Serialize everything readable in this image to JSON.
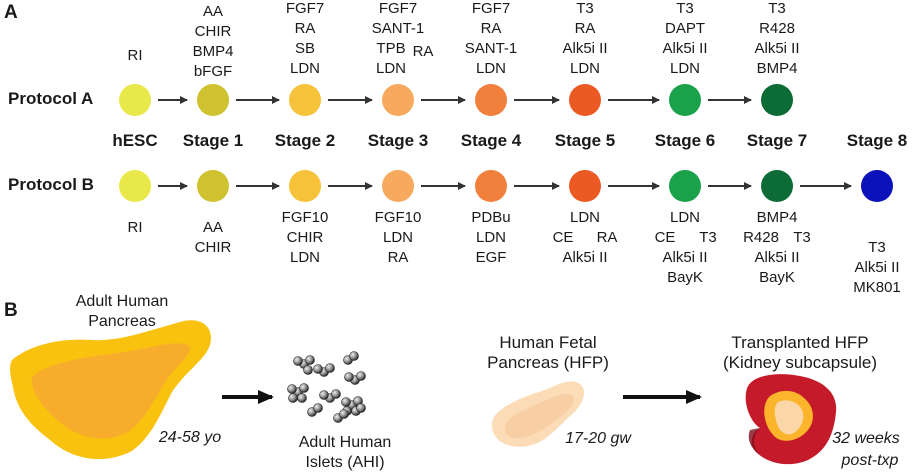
{
  "panel_a": {
    "label": "A",
    "protocol_a_label": "Protocol A",
    "protocol_b_label": "Protocol B",
    "stages": [
      "hESC",
      "Stage 1",
      "Stage 2",
      "Stage 3",
      "Stage 4",
      "Stage 5",
      "Stage 6",
      "Stage 7",
      "Stage 8"
    ],
    "protocol_a_factors": [
      [
        "RI"
      ],
      [
        "AA",
        "CHIR",
        "BMP4",
        "bFGF"
      ],
      [
        "FGF7",
        "RA",
        "SB",
        "LDN"
      ],
      [
        "FGF7",
        "SANT-1",
        "TPB",
        "RA",
        "LDN"
      ],
      [
        "FGF7",
        "RA",
        "SANT-1",
        "LDN"
      ],
      [
        "T3",
        "RA",
        "Alk5i II",
        "LDN"
      ],
      [
        "T3",
        "DAPT",
        "Alk5i II",
        "LDN"
      ],
      [
        "T3",
        "R428",
        "Alk5i II",
        "BMP4"
      ]
    ],
    "protocol_b_factors": [
      [
        "RI"
      ],
      [
        "AA",
        "CHIR"
      ],
      [
        "FGF10",
        "CHIR",
        "LDN"
      ],
      [
        "FGF10",
        "LDN",
        "RA"
      ],
      [
        "PDBu",
        "LDN",
        "EGF"
      ],
      [
        "LDN",
        "CE",
        "RA",
        "Alk5i II"
      ],
      [
        "LDN",
        "CE",
        "T3",
        "Alk5i II",
        "BayK"
      ],
      [
        "BMP4",
        "R428",
        "T3",
        "Alk5i II",
        "BayK"
      ],
      [
        "T3",
        "Alk5i II",
        "MK801"
      ]
    ],
    "stage_colors": [
      "#e8e84a",
      "#cfc22e",
      "#f6c23a",
      "#f7aa5e",
      "#f1803c",
      "#ec5a23",
      "#1aa24b",
      "#0d6b35",
      "#0c12b9"
    ]
  },
  "panel_b": {
    "label": "B",
    "adult_pancreas_title": [
      "Adult Human",
      "Pancreas"
    ],
    "adult_age": "24-58 yo",
    "islets_label": [
      "Adult Human",
      "Islets (AHI)"
    ],
    "fetal_title": [
      "Human Fetal",
      "Pancreas (HFP)"
    ],
    "fetal_age": "17-20 gw",
    "transplant_title": [
      "Transplanted HFP",
      "(Kidney subcapsule)"
    ],
    "transplant_time": [
      "32 weeks",
      "post-txp"
    ],
    "colors": {
      "adult_outer": "#f8c20f",
      "adult_inner": "#f7a830",
      "fetal_outer": "#fbdcb6",
      "fetal_inner": "#f6c79a",
      "kidney": "#c51a2a",
      "kidney_dark": "#7d0f1a",
      "graft_outer": "#fbb42b",
      "graft_inner": "#fbd7a8"
    }
  }
}
